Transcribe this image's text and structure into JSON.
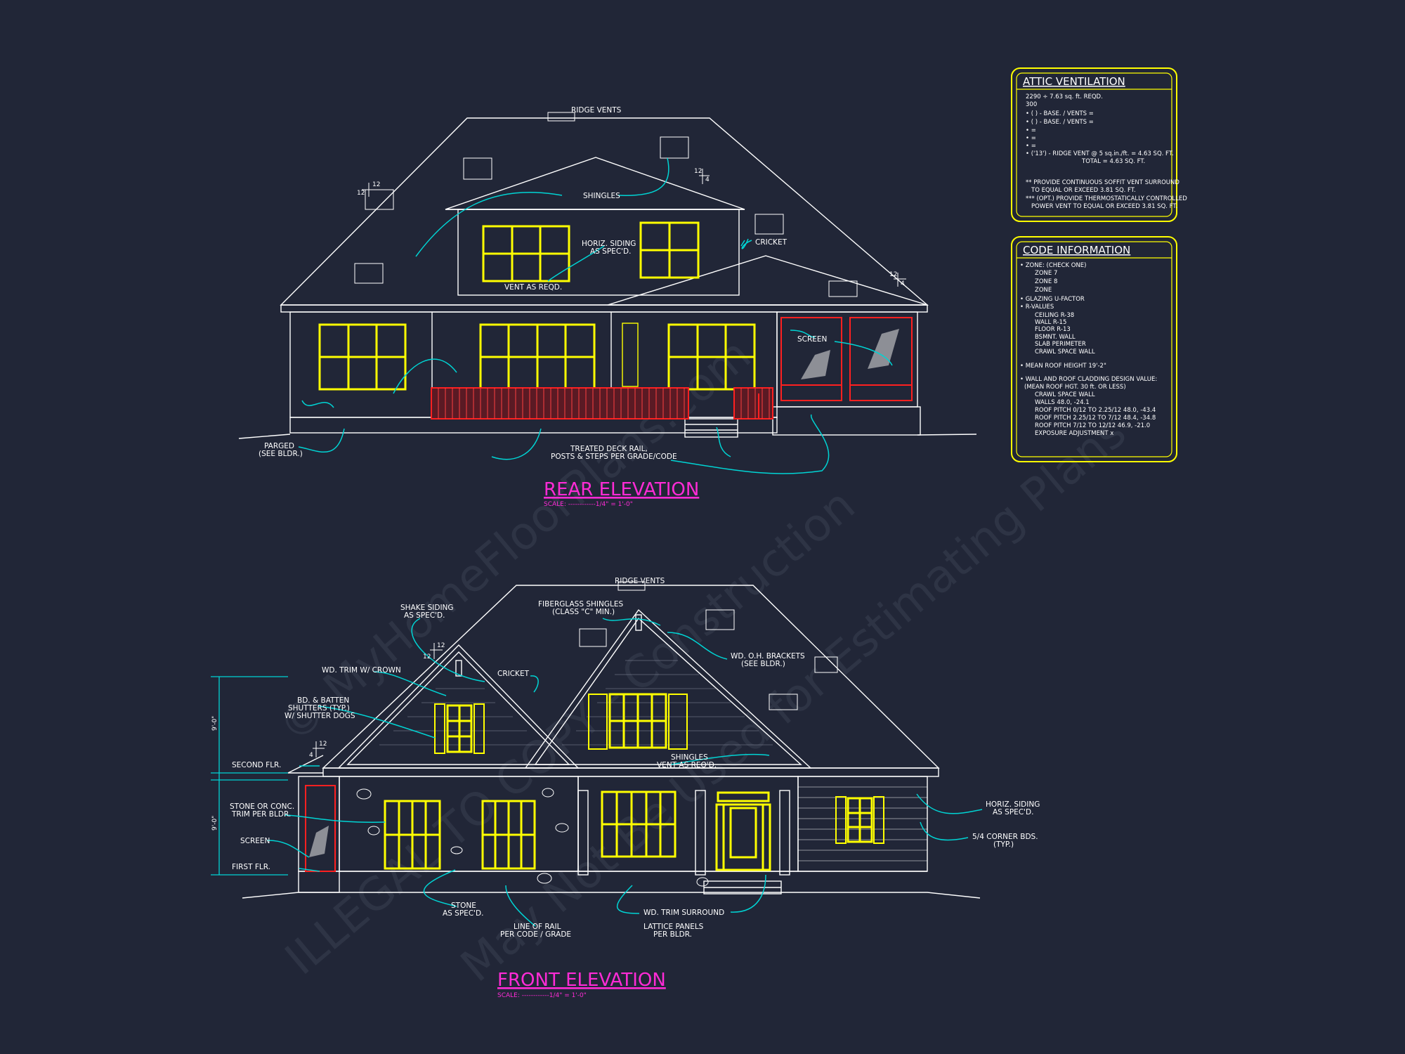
{
  "rear": {
    "title": "REAR ELEVATION",
    "scale": "SCALE: ------------1/4\" = 1'-0\"",
    "labels": {
      "ridge_vents": "RIDGE VENTS",
      "shingles": "SHINGLES",
      "horiz_siding_1": "HORIZ. SIDING",
      "horiz_siding_2": "AS SPEC'D.",
      "cricket": "CRICKET",
      "vent": "VENT AS REQD.",
      "screen": "SCREEN",
      "parged_1": "PARGED",
      "parged_2": "(SEE BLDR.)",
      "deck_1": "TREATED DECK RAIL,",
      "deck_2": "POSTS & STEPS PER GRADE/CODE",
      "pitch_num": "12",
      "pitch_l": "12",
      "pitch_r": "4"
    }
  },
  "front": {
    "title": "FRONT ELEVATION",
    "scale": "SCALE: ------------1/4\" = 1'-0\"",
    "labels": {
      "ridge_vents": "RIDGE VENTS",
      "shake_1": "SHAKE SIDING",
      "shake_2": "AS SPEC'D.",
      "fiber_1": "FIBERGLASS SHINGLES",
      "fiber_2": "(CLASS \"C\" MIN.)",
      "trim_crown": "WD. TRIM W/ CROWN",
      "cricket": "CRICKET",
      "brackets_1": "WD. O.H. BRACKETS",
      "brackets_2": "(SEE BLDR.)",
      "shutters_1": "BD. & BATTEN",
      "shutters_2": "SHUTTERS (TYP.)",
      "shutters_3": "W/ SHUTTER DOGS",
      "second_flr": "SECOND FLR.",
      "first_flr": "FIRST FLR.",
      "stone_trim_1": "STONE OR CONC.",
      "stone_trim_2": "TRIM PER BLDR.",
      "screen": "SCREEN",
      "shingles": "SHINGLES",
      "vent": "VENT AS REQ'D.",
      "horiz_1": "HORIZ. SIDING",
      "horiz_2": "AS SPEC'D.",
      "corner_1": "5/4 CORNER BDS.",
      "corner_2": "(TYP.)",
      "stone_1": "STONE",
      "stone_2": "AS SPEC'D.",
      "rail_1": "LINE OF RAIL",
      "rail_2": "PER CODE / GRADE",
      "trim_surround": "WD. TRIM SURROUND",
      "lattice_1": "LATTICE PANELS",
      "lattice_2": "PER BLDR.",
      "dim_upper": "9'-0\"",
      "dim_lower": "9'-0\"",
      "pitch_a": "12",
      "pitch_b": "12",
      "pitch_c": "4"
    }
  },
  "attic_ventilation": {
    "title": "ATTIC VENTILATION",
    "lines": [
      "2290 ÷ 7.63 sq. ft. REQD.",
      "300",
      "• ( ) -        BASE.   /   VENTS  =",
      "• ( ) -        BASE.   /   VENTS  =",
      "•                                           =",
      "•                                           =",
      "•                                           =",
      "• ('13') - RIDGE VENT @ 5 sq.in./ft. = 4.63 SQ. FT.",
      "TOTAL        = 4.63 SQ. FT.",
      "** PROVIDE CONTINUOUS SOFFIT VENT SURROUND",
      "TO EQUAL OR EXCEED  3.81 SQ. FT.",
      "*** (OPT.) PROVIDE THERMOSTATICALLY CONTROLLED",
      "POWER VENT TO EQUAL OR EXCEED  3.81 SQ. FT."
    ]
  },
  "code_information": {
    "title": "CODE INFORMATION",
    "lines": [
      "• ZONE: (CHECK ONE)",
      "ZONE 7",
      "ZONE 8",
      "ZONE",
      "• GLAZING U-FACTOR",
      "• R-VALUES",
      "CEILING          R-38",
      "WALL              R-15",
      "FLOOR           R-13",
      "BSMNT. WALL",
      "SLAB PERIMETER",
      "CRAWL SPACE WALL",
      "• MEAN ROOF HEIGHT  19'-2\"",
      "• WALL AND ROOF CLADDING DESIGN VALUE:",
      "(MEAN ROOF HGT. 30 ft. OR LESS)",
      "CRAWL SPACE WALL",
      "WALLS                          48.0, -24.1",
      "ROOF PITCH 0/12 TO 2.25/12    48.0, -43.4",
      "ROOF PITCH 2.25/12 TO 7/12    48.4, -34.8",
      "ROOF PITCH 7/12 TO 12/12      46.9, -21.0",
      "EXPOSURE ADJUSTMENT           x"
    ]
  },
  "watermark": {
    "line1": "© MyHomeFloorPlans.com",
    "line2": "ILLEGAL TO COPY - Construction",
    "line3": "May Not Be Used for Estimating Plans"
  },
  "colors": {
    "background": "#212637",
    "lines": "#ffffff",
    "windows": "#ffff00",
    "deck": "#ff2020",
    "leaders": "#00d4d4",
    "titles": "#ff2bd6",
    "boxes": "#ffff00"
  }
}
